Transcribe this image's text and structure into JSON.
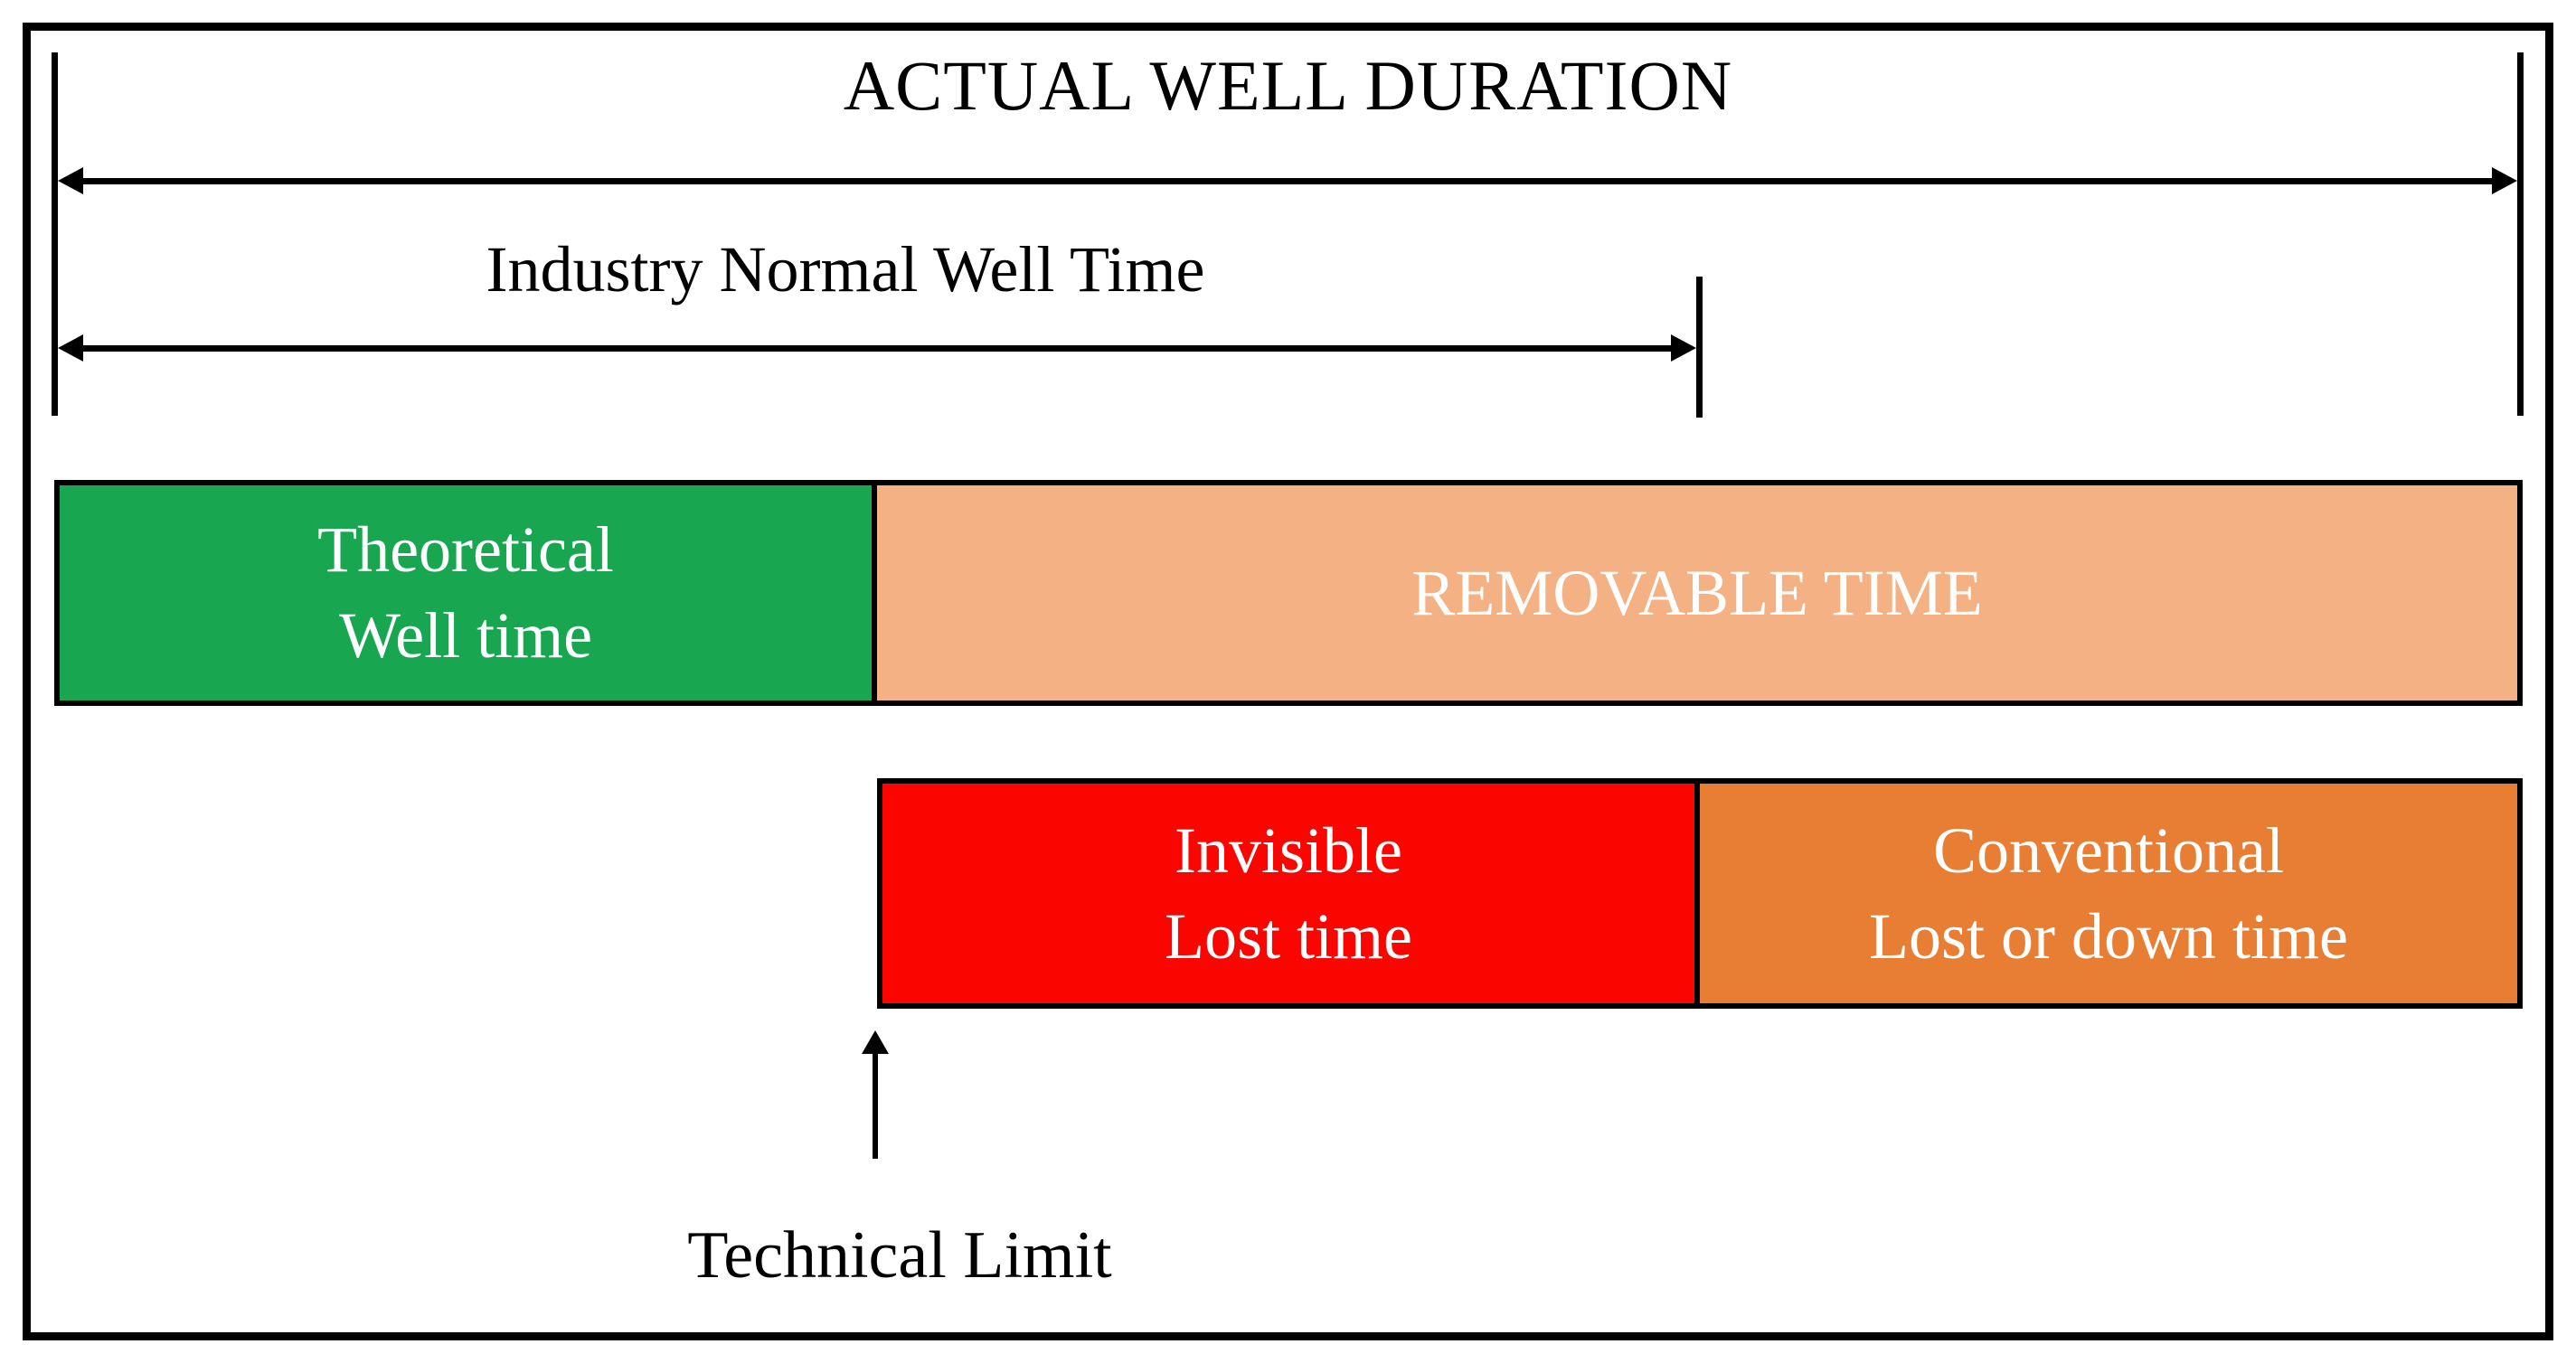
{
  "diagram": {
    "title": "ACTUAL WELL DURATION",
    "industry_arrow_label": "Industry Normal Well Time",
    "technical_limit_label": "Technical Limit",
    "bars": {
      "theoretical": {
        "line1": "Theoretical",
        "line2": "Well time",
        "color": "#18A750",
        "text_color": "#FFFFFF"
      },
      "removable": {
        "label": "REMOVABLE TIME",
        "color": "#F4B183",
        "text_color": "#FFFFFF"
      },
      "invisible": {
        "line1": "Invisible",
        "line2": "Lost time",
        "color": "#FB0500",
        "text_color": "#FFFFFF"
      },
      "conventional": {
        "line1": "Conventional",
        "line2": "Lost or down time",
        "color": "#E77E34",
        "text_color": "#FFFFFF"
      }
    },
    "colors": {
      "line": "#000000",
      "background": "#FFFFFF"
    }
  }
}
